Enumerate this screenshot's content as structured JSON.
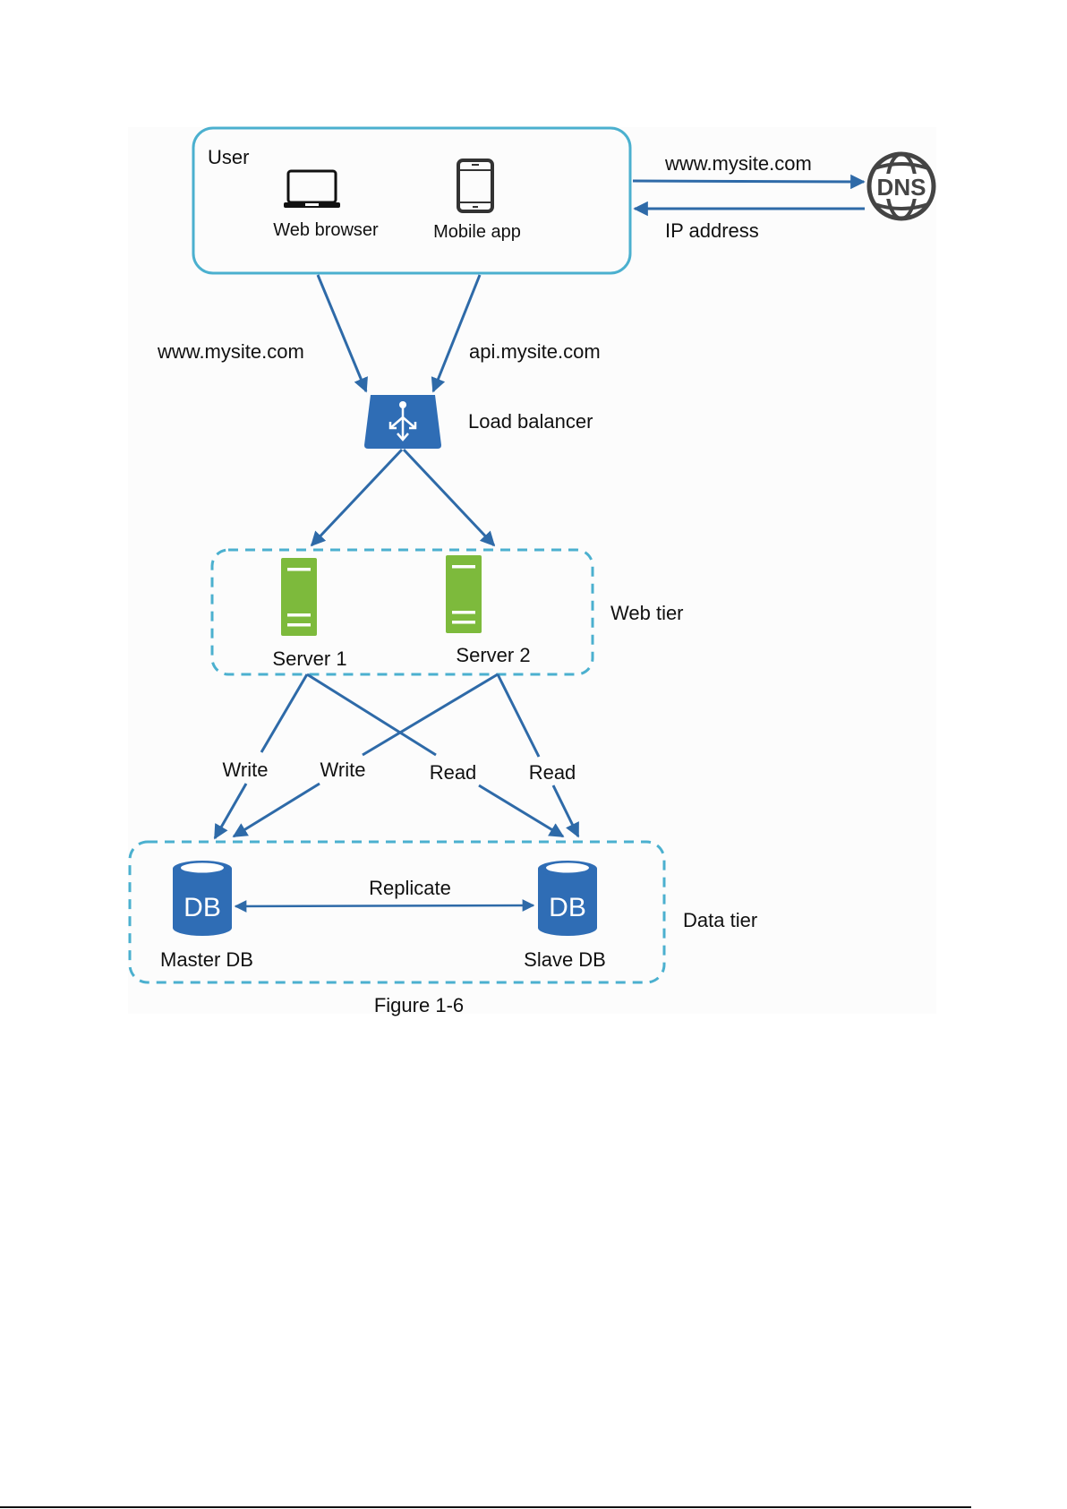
{
  "figure": {
    "caption": "Figure 1-6",
    "colors": {
      "arrow": "#2e6aa8",
      "box_border": "#4bb0cf",
      "load_balancer": "#2f6db5",
      "server": "#7dba3c",
      "database": "#2f6db5",
      "dns_icon": "#444444",
      "text": "#111111"
    }
  },
  "user_box": {
    "title": "User",
    "clients": [
      {
        "icon": "laptop-icon",
        "label": "Web browser"
      },
      {
        "icon": "mobile-phone-icon",
        "label": "Mobile app"
      }
    ]
  },
  "dns": {
    "icon_text": "DNS",
    "request_label": "www.mysite.com",
    "response_label": "IP address"
  },
  "routes": {
    "web_label": "www.mysite.com",
    "api_label": "api.mysite.com"
  },
  "load_balancer": {
    "label": "Load balancer"
  },
  "web_tier": {
    "label": "Web tier",
    "servers": [
      {
        "label": "Server 1"
      },
      {
        "label": "Server 2"
      }
    ]
  },
  "db_links": {
    "labels": [
      "Write",
      "Write",
      "Read",
      "Read"
    ]
  },
  "data_tier": {
    "label": "Data tier",
    "replicate_label": "Replicate",
    "databases": [
      {
        "icon_text": "DB",
        "label": "Master DB"
      },
      {
        "icon_text": "DB",
        "label": "Slave DB"
      }
    ]
  }
}
